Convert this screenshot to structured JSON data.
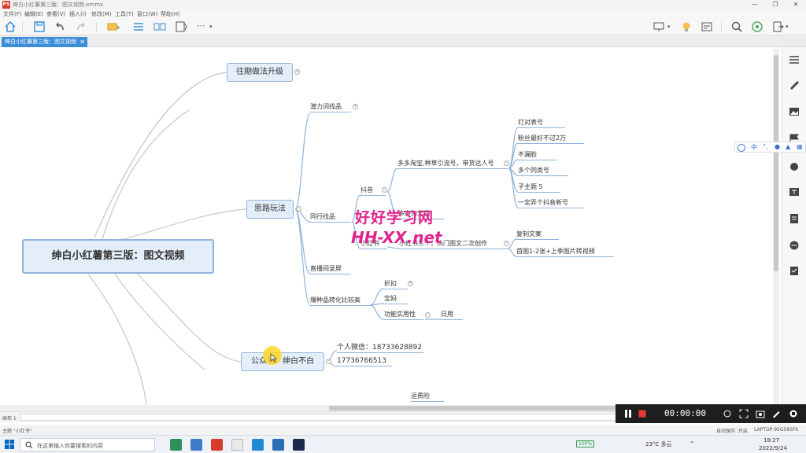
{
  "app": {
    "title": "绅白小红薯第三版：图文视频.emmx",
    "logo": "PS"
  },
  "menu": [
    "文件(F)",
    "编辑(E)",
    "查看(V)",
    "插入(I)",
    "修改(M)",
    "工具(T)",
    "窗口(W)",
    "帮助(H)"
  ],
  "tab": {
    "label": "绅白小红薯第三版：图文视频",
    "close": "✕"
  },
  "mindmap": {
    "root": "绅白小红薯第三版：图文视频",
    "n_history": "往期做法升级",
    "n_ideas": "思路玩法",
    "n_public": "公众号：绅白不白",
    "qianli": "潜力词找品",
    "tonghang": "同行找品",
    "zhibo": "直播间录屏",
    "zhongcao": "爆种品转化比较高",
    "douyin": "抖音",
    "xiaohongshu": "小红书",
    "dy_main": "多多淘宝,种草引流号，带货达人号",
    "dy_items": [
      "打对表号",
      "粉丝最好不过2万",
      "不漏脸",
      "多个同类号",
      "子主题 5",
      "一定弄个抖音新号"
    ],
    "hidden_node": "多多淘宝找",
    "xhs_main": "小红书三个，热门图文二次创作",
    "xhs_items": [
      "复制文案",
      "首图1-2张+上季图片转视频"
    ],
    "zhekou": "折扣",
    "baoyou": "宝妈",
    "gongneng": "功能实用性",
    "riyong": "日用",
    "wechat": "个人微信：18733628892",
    "phone": "17736766513",
    "yunfei": "运费险"
  },
  "watermark": {
    "line1": "好好学习网",
    "line2": "HH-XX.net"
  },
  "sheet": {
    "name": "画布 1"
  },
  "status": {
    "left": "主题 \"小红书\"",
    "autosave": "自动保存: 开启",
    "device": "LAPTOP-95G56SFK"
  },
  "recorder": {
    "time": "00:00:00"
  },
  "ime": {
    "lang": "中"
  },
  "taskbar": {
    "search_placeholder": "在这里输入你要搜索的内容",
    "battery": "100%",
    "weather": "23°C 多云",
    "time": "18:27",
    "date": "2022/9/24"
  },
  "colors": {
    "accent": "#3c8ed8",
    "node_border": "#8fb3db",
    "node_fill": "#e4eef9",
    "watermark": "#e0248e",
    "record": "#e53935"
  }
}
